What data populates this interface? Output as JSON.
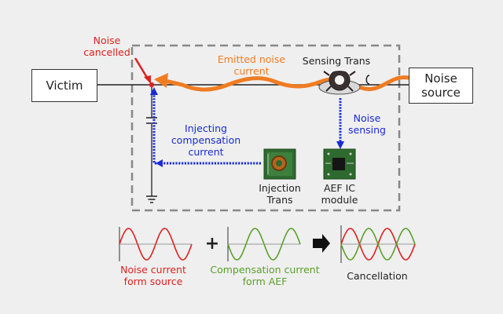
{
  "nodes": {
    "victim": "Victim",
    "noise_source": [
      "Noise",
      "source"
    ],
    "sensing_trans": "Sensing Trans",
    "injection_trans": [
      "Injection",
      "Trans"
    ],
    "aef_ic_module": [
      "AEF IC",
      "module"
    ]
  },
  "annotations": {
    "noise_cancelled": [
      "Noise",
      "cancelled"
    ],
    "emitted_noise_current": [
      "Emitted noise",
      "current"
    ],
    "noise_sensing": [
      "Noise",
      "sensing"
    ],
    "injecting_compensation_current": [
      "Injecting",
      "compensation",
      "current"
    ]
  },
  "legend": {
    "plus_sign": "+",
    "noise_current": [
      "Noise current",
      "form source"
    ],
    "compensation_current": [
      "Compensation current",
      "form AEF"
    ],
    "cancellation": "Cancellation"
  },
  "colors": {
    "noise": "#e02020",
    "emitted": "#f07c22",
    "compensation_path": "#1a2ad8",
    "compensation_wave": "#5aa02a",
    "outline": "#333333",
    "dashed_border": "#888888"
  }
}
